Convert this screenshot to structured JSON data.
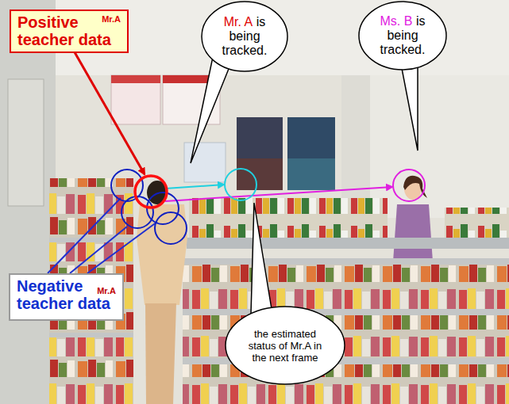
{
  "diagram": {
    "nodes": [
      {
        "text": [
          "Positive teacher data",
          "Mr.A"
        ]
      },
      {
        "text": [
          "Mr. A",
          "is being tracked."
        ]
      },
      {
        "text": [
          "Ms. B",
          "is being tracked."
        ]
      },
      {
        "text": [
          "Negative teacher data",
          "Mr.A"
        ]
      },
      {
        "text": [
          "the estimated status of Mr.A in the next frame"
        ]
      }
    ]
  }
}
